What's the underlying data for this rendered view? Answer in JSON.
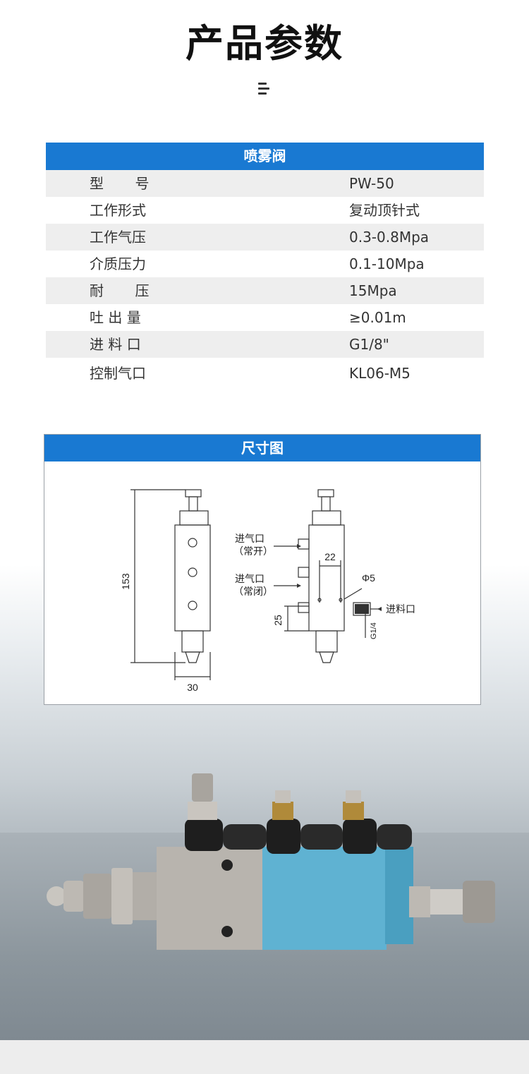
{
  "page": {
    "title": "产品参数"
  },
  "spec": {
    "header": "喷雾阀",
    "rows": [
      {
        "label": "型       号",
        "value": "PW-50"
      },
      {
        "label": "工作形式",
        "value": "复动顶针式"
      },
      {
        "label": "工作气压",
        "value": "0.3-0.8Mpa"
      },
      {
        "label": "介质压力",
        "value": "0.1-10Mpa"
      },
      {
        "label": "耐       压",
        "value": "15Mpa"
      },
      {
        "label": "吐 出 量",
        "value": "≥0.01m"
      },
      {
        "label": "进 料 口",
        "value": "G1/8\""
      },
      {
        "label": "控制气口",
        "value": "KL06-M5"
      }
    ]
  },
  "dimension": {
    "header": "尺寸图",
    "labels": {
      "height": "153",
      "width": "30",
      "spacing": "22",
      "diameter": "Φ5",
      "bottom": "25",
      "thread": "G1/4",
      "inlet_open_1": "进气口",
      "inlet_open_2": "（常开）",
      "inlet_closed_1": "进气口",
      "inlet_closed_2": "（常闭）",
      "feed_inlet": "进料口"
    }
  },
  "colors": {
    "header_blue": "#1979d2",
    "row_shade": "#eeeeee",
    "valve_body_blue": "#5fb2d2",
    "metal": "#b8b4ae"
  }
}
